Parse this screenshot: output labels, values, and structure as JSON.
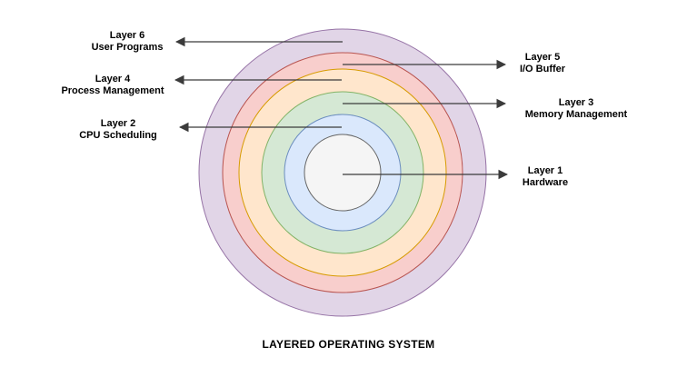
{
  "title": "LAYERED OPERATING SYSTEM",
  "colors": {
    "background": "#ffffff",
    "arrow": "#3b3b3b",
    "label_text": "#000000"
  },
  "layers": [
    {
      "label": "Layer 6",
      "sublabel": "User Programs",
      "fill": "#e1d5e7",
      "stroke": "#9673a6",
      "side": "left"
    },
    {
      "label": "Layer 5",
      "sublabel": "I/O Buffer",
      "fill": "#f8cecc",
      "stroke": "#b85450",
      "side": "right"
    },
    {
      "label": "Layer 4",
      "sublabel": "Process Management",
      "fill": "#ffe6cc",
      "stroke": "#d79b00",
      "side": "left"
    },
    {
      "label": "Layer 3",
      "sublabel": "Memory Management",
      "fill": "#d5e8d4",
      "stroke": "#82b366",
      "side": "right"
    },
    {
      "label": "Layer 2",
      "sublabel": "CPU Scheduling",
      "fill": "#dae8fc",
      "stroke": "#6c8ebf",
      "side": "left"
    },
    {
      "label": "Layer 1",
      "sublabel": "Hardware",
      "fill": "#f5f5f5",
      "stroke": "#666666",
      "side": "right"
    }
  ]
}
